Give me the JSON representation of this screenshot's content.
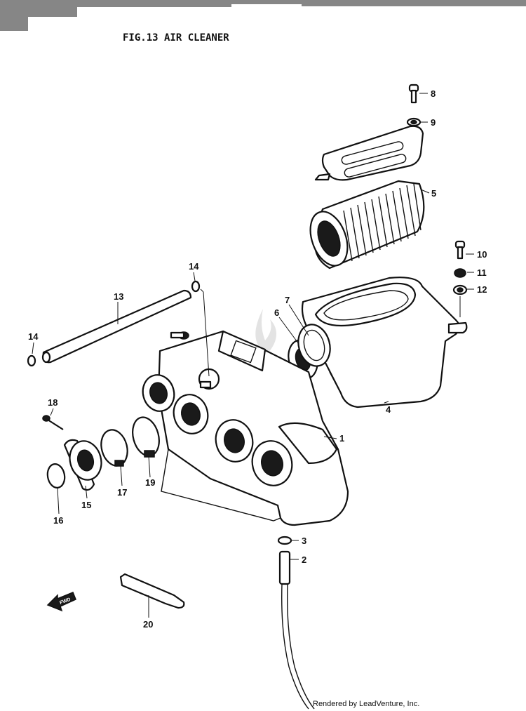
{
  "figure": {
    "title": "FIG.13  AIR CLEANER",
    "credit": "Rendered by LeadVenture, Inc."
  },
  "callouts": [
    {
      "num": "1",
      "part": "air-cleaner-case"
    },
    {
      "num": "2",
      "part": "drain-hose"
    },
    {
      "num": "3",
      "part": "hose-clamp-small"
    },
    {
      "num": "4",
      "part": "cover"
    },
    {
      "num": "5",
      "part": "filter-element"
    },
    {
      "num": "6",
      "part": "seal-band"
    },
    {
      "num": "7",
      "part": "seal-ring"
    },
    {
      "num": "8",
      "part": "bolt"
    },
    {
      "num": "9",
      "part": "washer"
    },
    {
      "num": "10",
      "part": "bolt"
    },
    {
      "num": "11",
      "part": "cushion"
    },
    {
      "num": "12",
      "part": "washer"
    },
    {
      "num": "13",
      "part": "breather-hose"
    },
    {
      "num": "14",
      "part": "clip"
    },
    {
      "num": "15",
      "part": "intake-pipe"
    },
    {
      "num": "16",
      "part": "o-ring"
    },
    {
      "num": "17",
      "part": "clamp"
    },
    {
      "num": "18",
      "part": "screw"
    },
    {
      "num": "19",
      "part": "clamp"
    },
    {
      "num": "20",
      "part": "strap"
    }
  ],
  "direction_arrow": {
    "label": "FWD"
  },
  "colors": {
    "ink": "#111111",
    "paper": "#ffffff"
  }
}
